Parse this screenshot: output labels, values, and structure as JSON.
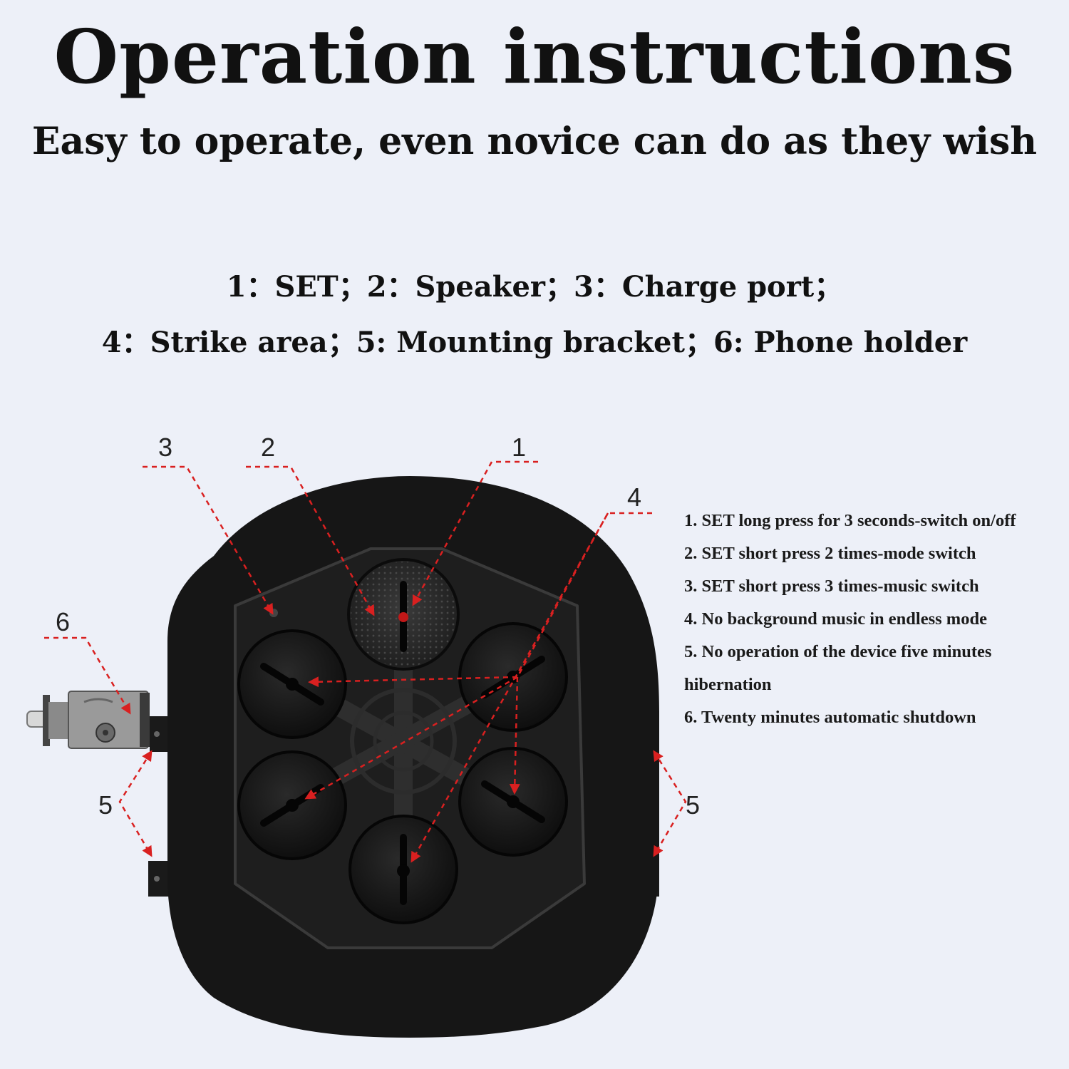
{
  "header": {
    "title": "Operation instructions",
    "subtitle": "Easy to operate, even novice can do as they wish"
  },
  "legend": {
    "line1": "1：SET；2：Speaker；3：Charge port；",
    "line2": "4：Strike area；5: Mounting bracket；6: Phone holder"
  },
  "callouts": {
    "c1": "1",
    "c2": "2",
    "c3": "3",
    "c4": "4",
    "c5_left": "5",
    "c5_right": "5",
    "c6": "6"
  },
  "notes": [
    "1. SET long press for 3 seconds-switch on/off",
    "2. SET short press 2 times-mode switch",
    "3. SET short press 3 times-music switch",
    "4. No background music in endless mode",
    "5. No operation of the device five minutes hibernation",
    "6. Twenty minutes automatic shutdown"
  ],
  "colors": {
    "background": "#edf0f8",
    "device": "#161616",
    "arrow": "#d92020"
  }
}
